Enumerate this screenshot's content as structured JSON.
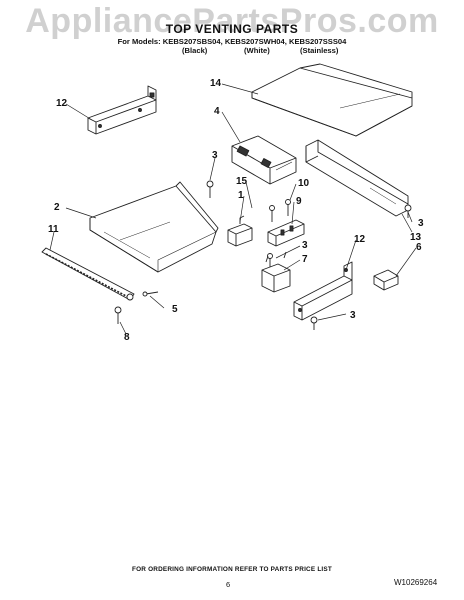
{
  "watermark": "AppliancePartsPros.com",
  "header": {
    "title": "TOP VENTING PARTS",
    "models_line": "For Models: KEBS207SBS04, KEBS207SWH04, KEBS207SSS04",
    "colors": [
      "(Black)",
      "(White)",
      "(Stainless)"
    ]
  },
  "callouts": {
    "c12a": "12",
    "c14": "14",
    "c4": "4",
    "c3a": "3",
    "c15": "15",
    "c10": "10",
    "c1": "1",
    "c9": "9",
    "c2": "2",
    "c11": "11",
    "c3b": "3",
    "c13": "13",
    "c12b": "12",
    "c6": "6",
    "c3c": "3",
    "c7": "7",
    "c5": "5",
    "c8": "8",
    "c3d": "3"
  },
  "footer": {
    "ordering_note": "FOR ORDERING INFORMATION REFER TO PARTS PRICE LIST",
    "page_number": "6",
    "document_id": "W10269264"
  }
}
